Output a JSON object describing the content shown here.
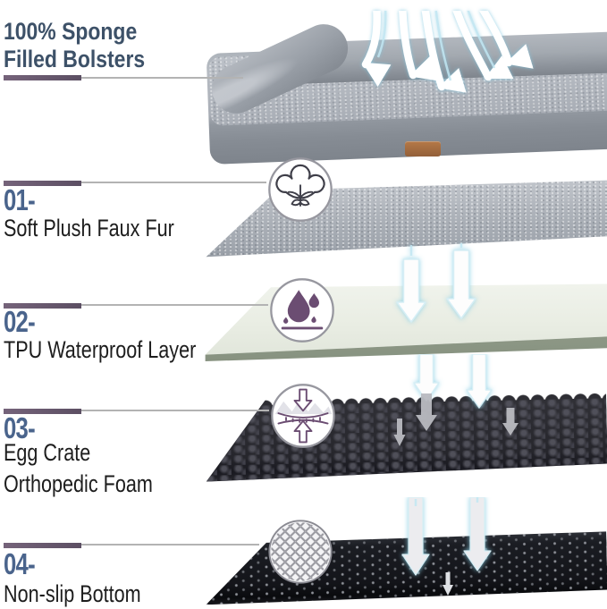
{
  "header": {
    "line1": "100% Sponge",
    "line2": "Filled Bolsters"
  },
  "sections": [
    {
      "number": "01-",
      "lines": [
        "Soft Plush Faux Fur"
      ],
      "icon": "cotton-icon"
    },
    {
      "number": "02-",
      "lines": [
        "TPU Waterproof Layer"
      ],
      "icon": "waterproof-icon"
    },
    {
      "number": "03-",
      "lines": [
        "Egg Crate",
        "Orthopedic Foam"
      ],
      "icon": "compression-icon"
    },
    {
      "number": "04-",
      "lines": [
        "Non-slip Bottom"
      ],
      "icon": "anti-slip-icon"
    }
  ],
  "colors": {
    "heading_text": "#3d5168",
    "number_text": "#4a648c",
    "accent_bar": "#6a5a6f",
    "body_text": "#1d1d1d",
    "icon_purple": "#6b4d72",
    "arrow_glow": "#a9dcec",
    "fur_gray": "#aab0b8",
    "tpu_green_gray": "#e9ede3",
    "foam_dark": "#2b2b31",
    "bottom_black": "#14151a"
  }
}
